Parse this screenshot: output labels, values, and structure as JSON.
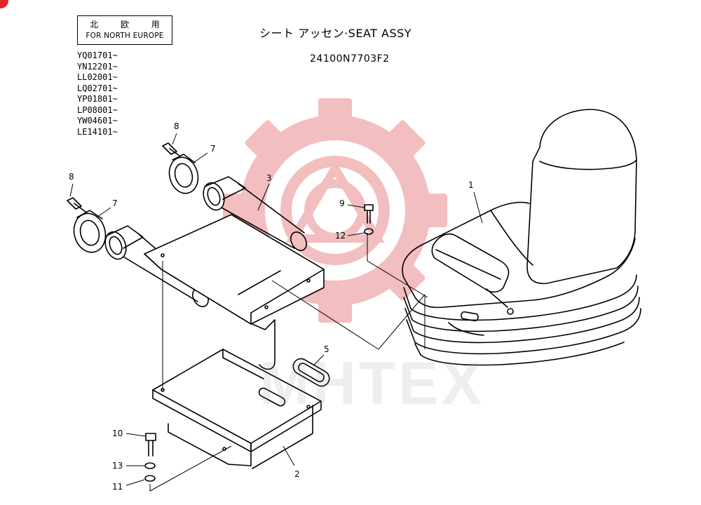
{
  "header": {
    "region_japanese": "北 欧 用",
    "region_english": "FOR NORTH EUROPE",
    "title": "シート アッセン·SEAT ASSY",
    "part_number": "24100N7703F2"
  },
  "serials": [
    "YQ01701~",
    "YN12201~",
    "LL02001~",
    "LQ02701~",
    "YP01801~",
    "LP08001~",
    "YW04601~",
    "LE14101~"
  ],
  "callouts": {
    "seat": "1",
    "seat_mount": "2",
    "tube_right": "3",
    "grommet": "5",
    "flange_upper": "7",
    "flange_left": "7",
    "bolt_upper": "8",
    "bolt_left": "8",
    "bolt_seat": "9",
    "bolt_mount": "10",
    "washer_lower": "11",
    "washer_seat": "12",
    "washer_mid": "13"
  },
  "watermark": {
    "text": "MHTEX"
  },
  "colors": {
    "watermark": "#f2b3b5",
    "line": "#000000",
    "brand_dot": "#e0252d"
  }
}
